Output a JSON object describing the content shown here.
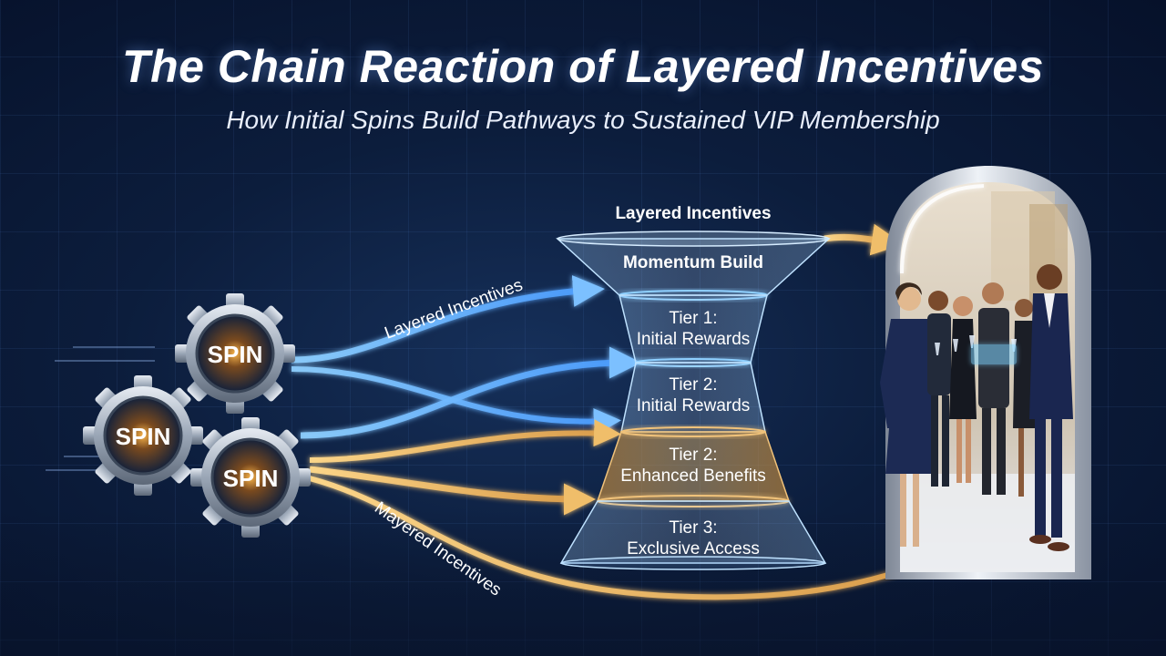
{
  "title": "The Chain Reaction of Layered Incentives",
  "subtitle": "How Initial Spins Build Pathways to Sustained VIP Membership",
  "gears": [
    {
      "label": "SPIN"
    },
    {
      "label": "SPIN"
    },
    {
      "label": "SPIN"
    }
  ],
  "funnel": {
    "top_label": "Layered Incentives",
    "tiers": [
      {
        "line1": "Momentum Build",
        "line2": ""
      },
      {
        "line1": "Tier 1:",
        "line2": "Initial Rewards"
      },
      {
        "line1": "Tier 2:",
        "line2": "Initial Rewards"
      },
      {
        "line1": "Tier 2:",
        "line2": "Enhanced Benefits"
      },
      {
        "line1": "Tier 3:",
        "line2": "Exclusive Access"
      }
    ]
  },
  "flow_labels": {
    "upper": "Layered Incentives",
    "lower": "Mayered Incentives"
  },
  "colors": {
    "blue_stream": "#6fb8ff",
    "gold_stream": "#f2c270",
    "funnel_edge": "#bfe2ff",
    "gold_tier": "#d9a85a"
  }
}
